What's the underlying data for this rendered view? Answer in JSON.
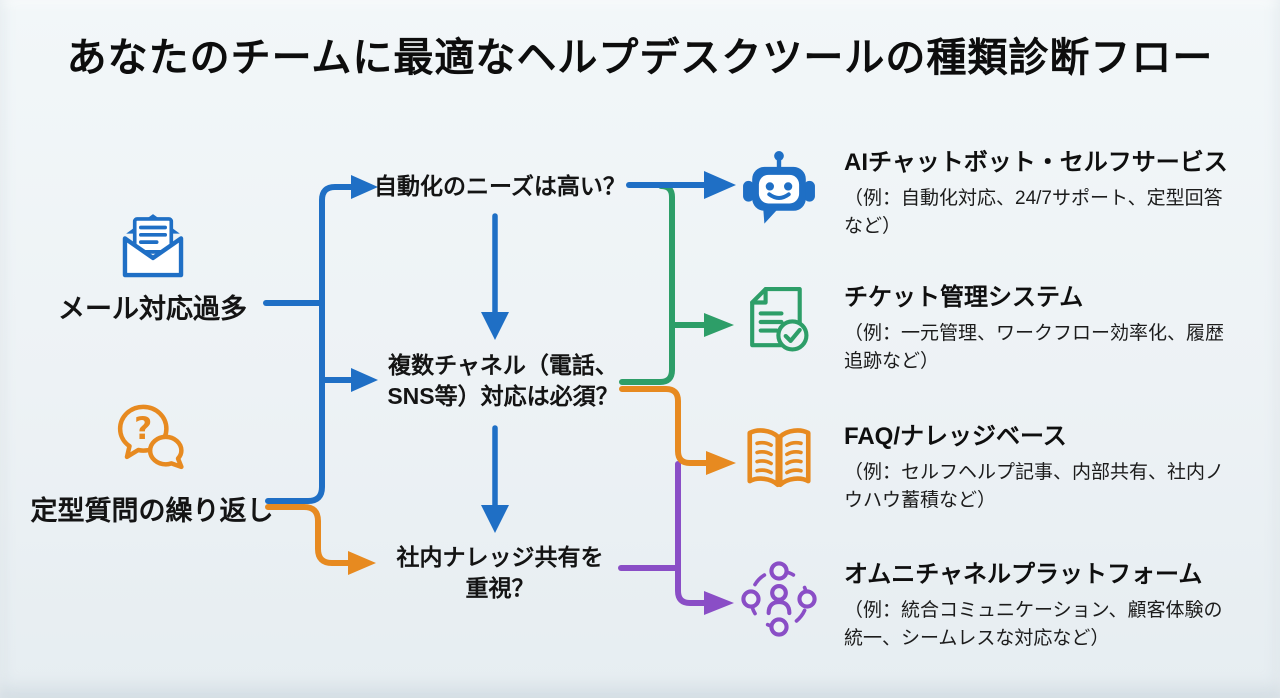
{
  "title": "あなたのチームに最適なヘルプデスクツールの種類診断フロー",
  "colors": {
    "background": "#edf2f5",
    "blue": "#1f6fc5",
    "green": "#2d9e68",
    "orange": "#e78a20",
    "purple": "#8a4ec6",
    "text": "#141414"
  },
  "pain_points": [
    {
      "label": "メール対応過多",
      "icon": "email-icon",
      "color": "#1f6fc5"
    },
    {
      "label": "定型質問の繰り返し",
      "icon": "question-chat-icon",
      "color": "#e78a20"
    }
  ],
  "questions": [
    {
      "label": "自動化のニーズは高い？",
      "arrow_color": "#1f6fc5"
    },
    {
      "label": "複数チャネル（電話、SNS等）対応は必須？",
      "arrow_color": "#1f6fc5"
    },
    {
      "label": "社内ナレッジ共有を重視？",
      "arrow_color": "#e78a20"
    }
  ],
  "results": [
    {
      "title": "AIチャットボット・セルフサービス",
      "description": "（例：自動化対応、24/7サポート、定型回答など）",
      "icon": "robot-icon",
      "color": "#1f6fc5"
    },
    {
      "title": "チケット管理システム",
      "description": "（例：一元管理、ワークフロー効率化、履歴追跡など）",
      "icon": "ticket-document-check-icon",
      "color": "#2d9e68"
    },
    {
      "title": "FAQ/ナレッジベース",
      "description": "（例：セルフヘルプ記事、内部共有、社内ノウハウ蓄積など）",
      "icon": "open-book-icon",
      "color": "#e78a20"
    },
    {
      "title": "オムニチャネルプラットフォーム",
      "description": "（例：統合コミュニケーション、顧客体験の統一、シームレスな対応など）",
      "icon": "omnichannel-people-icon",
      "color": "#8a4ec6"
    }
  ]
}
